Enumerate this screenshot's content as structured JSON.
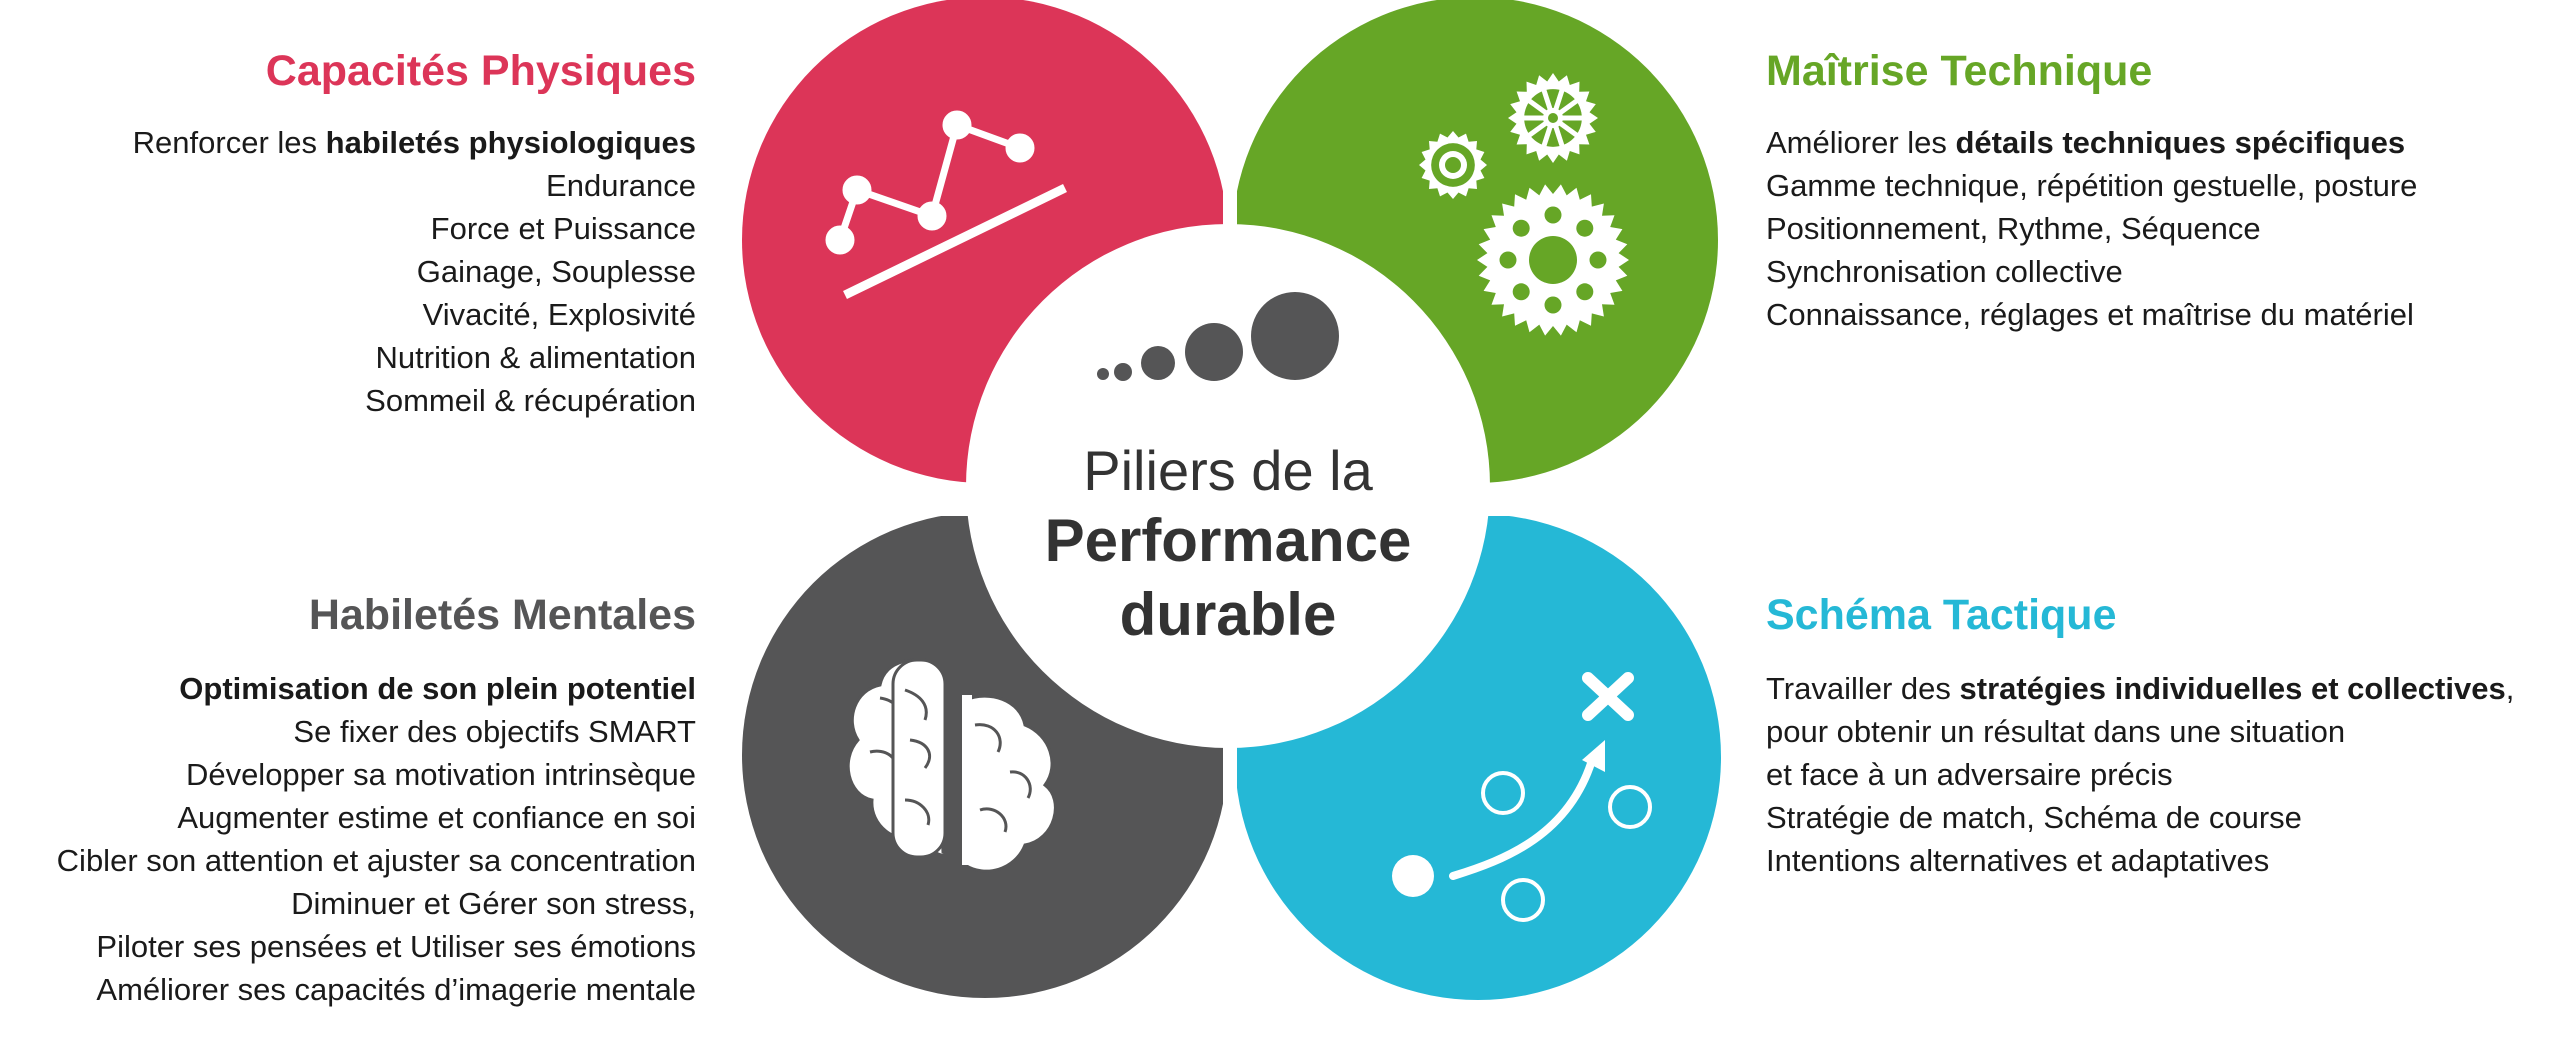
{
  "colors": {
    "physical": "#dc3558",
    "technical": "#66a626",
    "mental": "#555556",
    "tactical": "#25b8d6",
    "center_text": "#333333",
    "white": "#ffffff"
  },
  "center": {
    "line1": "Piliers de la",
    "line2": "Performance",
    "line3": "durable",
    "icon": "growing-dots-icon"
  },
  "quadrants": {
    "physical": {
      "title": "Capacités Physiques",
      "icon": "chart-trend-icon",
      "lines": [
        [
          {
            "t": "Renforcer les "
          },
          {
            "t": "habiletés physiologiques",
            "b": true
          }
        ],
        [
          {
            "t": "Endurance"
          }
        ],
        [
          {
            "t": "Force et Puissance"
          }
        ],
        [
          {
            "t": "Gainage, Souplesse"
          }
        ],
        [
          {
            "t": "Vivacité, Explosivité"
          }
        ],
        [
          {
            "t": "Nutrition & alimentation"
          }
        ],
        [
          {
            "t": "Sommeil & récupération "
          }
        ]
      ]
    },
    "technical": {
      "title": "Maîtrise Technique",
      "icon": "gears-icon",
      "lines": [
        [
          {
            "t": "Améliorer les "
          },
          {
            "t": "détails techniques spécifiques",
            "b": true
          }
        ],
        [
          {
            "t": "Gamme technique, répétition gestuelle, posture"
          }
        ],
        [
          {
            "t": "Positionnement, Rythme, Séquence"
          }
        ],
        [
          {
            "t": "Synchronisation collective"
          }
        ],
        [
          {
            "t": "Connaissance, réglages et maîtrise du matériel"
          }
        ]
      ]
    },
    "mental": {
      "title": "Habiletés Mentales",
      "icon": "brain-icon",
      "lines": [
        [
          {
            "t": "Optimisation de son plein potentiel",
            "b": true
          }
        ],
        [
          {
            "t": "Se fixer des objectifs SMART"
          }
        ],
        [
          {
            "t": "Développer sa motivation intrinsèque"
          }
        ],
        [
          {
            "t": "Augmenter estime et confiance en soi"
          }
        ],
        [
          {
            "t": "Cibler son attention et ajuster sa concentration"
          }
        ],
        [
          {
            "t": "Diminuer et Gérer son stress,"
          }
        ],
        [
          {
            "t": "Piloter ses pensées et Utiliser ses émotions"
          }
        ],
        [
          {
            "t": "Améliorer ses capacités d’imagerie mentale"
          }
        ]
      ]
    },
    "tactical": {
      "title": "Schéma Tactique",
      "icon": "tactics-board-icon",
      "lines": [
        [
          {
            "t": "Travailler des "
          },
          {
            "t": "stratégies individuelles et collectives",
            "b": true
          },
          {
            "t": ","
          }
        ],
        [
          {
            "t": "pour obtenir un résultat  dans une situation"
          }
        ],
        [
          {
            "t": "et face à un adversaire précis"
          }
        ],
        [
          {
            "t": "Stratégie de match, Schéma de course"
          }
        ],
        [
          {
            "t": "Intentions alternatives et adaptatives"
          }
        ]
      ]
    }
  }
}
